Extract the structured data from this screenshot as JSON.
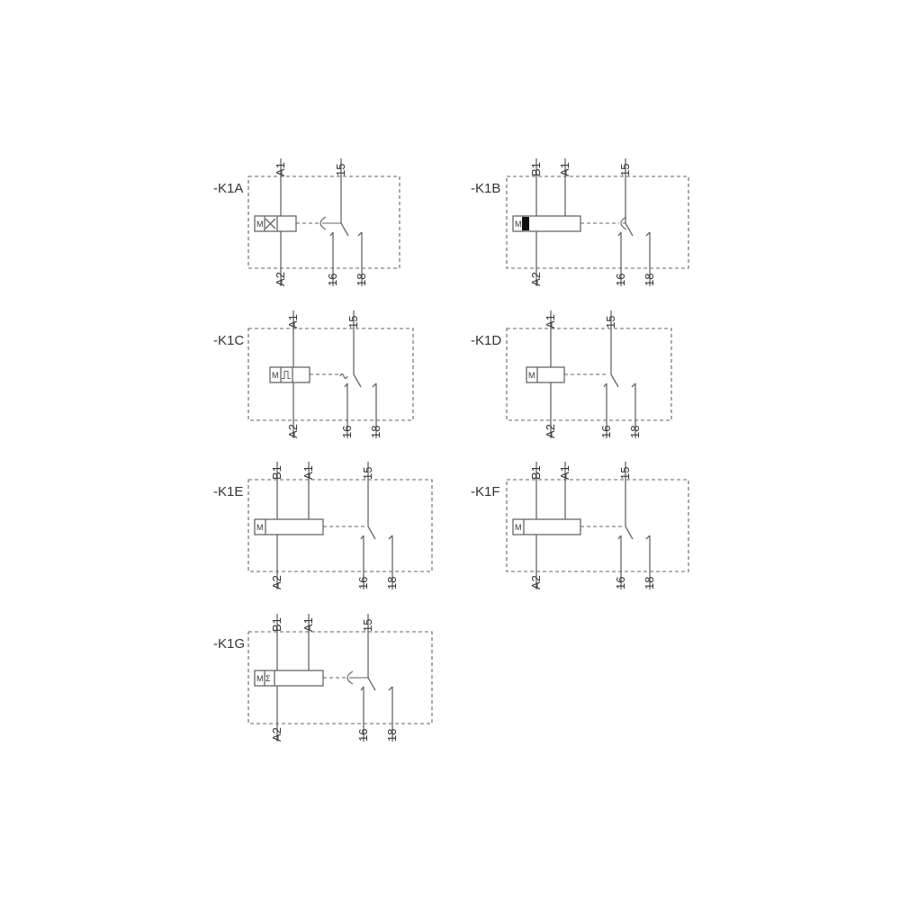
{
  "colors": {
    "line": "#666666",
    "text": "#333333",
    "fill_black": "#111111"
  },
  "relays": [
    {
      "id": "-K1A",
      "terminals_top": [
        "A1",
        "15"
      ],
      "terminals_bottom": [
        "A2",
        "16",
        "18"
      ],
      "coil_marks": [
        "M",
        "X"
      ],
      "coil_variant": "mx"
    },
    {
      "id": "-K1B",
      "terminals_top": [
        "B1",
        "A1",
        "15"
      ],
      "terminals_bottom": [
        "A2",
        "16",
        "18"
      ],
      "coil_marks": [
        "M"
      ],
      "coil_variant": "black"
    },
    {
      "id": "-K1C",
      "terminals_top": [
        "A1",
        "15"
      ],
      "terminals_bottom": [
        "A2",
        "16",
        "18"
      ],
      "coil_marks": [
        "M"
      ],
      "coil_variant": "pulse"
    },
    {
      "id": "-K1D",
      "terminals_top": [
        "A1",
        "15"
      ],
      "terminals_bottom": [
        "A2",
        "16",
        "18"
      ],
      "coil_marks": [
        "M"
      ],
      "coil_variant": "plain"
    },
    {
      "id": "-K1E",
      "terminals_top": [
        "B1",
        "A1",
        "15"
      ],
      "terminals_bottom": [
        "A2",
        "16",
        "18"
      ],
      "coil_marks": [
        "M"
      ],
      "coil_variant": "plain"
    },
    {
      "id": "-K1F",
      "terminals_top": [
        "B1",
        "A1",
        "15"
      ],
      "terminals_bottom": [
        "A2",
        "16",
        "18"
      ],
      "coil_marks": [
        "M"
      ],
      "coil_variant": "plain"
    },
    {
      "id": "-K1G",
      "terminals_top": [
        "B1",
        "A1",
        "15"
      ],
      "terminals_bottom": [
        "A2",
        "16",
        "18"
      ],
      "coil_marks": [
        "M",
        "Σ"
      ],
      "coil_variant": "sigma"
    }
  ]
}
